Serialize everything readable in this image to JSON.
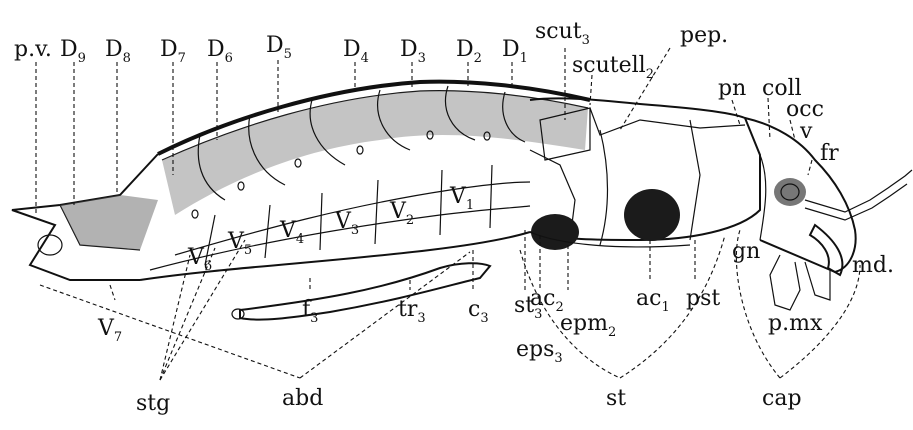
{
  "labels": {
    "pv": "p.v.",
    "d9": "D",
    "d9_sub": "9",
    "d8": "D",
    "d8_sub": "8",
    "d7": "D",
    "d7_sub": "7",
    "d6": "D",
    "d6_sub": "6",
    "d5": "D",
    "d5_sub": "5",
    "d4": "D",
    "d4_sub": "4",
    "d3": "D",
    "d3_sub": "3",
    "d2": "D",
    "d2_sub": "2",
    "d1": "D",
    "d1_sub": "1",
    "scut": "scut",
    "scut_sub": "3",
    "scutell": "scutell",
    "scutell_sub": "2",
    "pep": "pep.",
    "pn": "pn",
    "coll": "coll",
    "occ": "occ",
    "v": "v",
    "fr": "fr",
    "v1": "V",
    "v1_sub": "1",
    "v2": "V",
    "v2_sub": "2",
    "v3": "V",
    "v3_sub": "3",
    "v4": "V",
    "v4_sub": "4",
    "v5": "V",
    "v5_sub": "5",
    "v6": "V",
    "v6_sub": "6",
    "v7": "V",
    "v7_sub": "7",
    "gn": "gn",
    "md": "md.",
    "f3": "f",
    "f3_sub": "3",
    "tr3": "tr",
    "tr3_sub": "3",
    "c3": "c",
    "c3_sub": "3",
    "st3": "st",
    "st3_sub": "3",
    "ac2": "ac",
    "ac2_sub": "2",
    "ac1": "ac",
    "ac1_sub": "1",
    "epm": "epm",
    "epm_sub": "2",
    "pst": "pst",
    "eps": "eps",
    "eps_sub": "3",
    "pmx": "p.mx",
    "stg": "stg",
    "abd": "abd",
    "st": "st",
    "cap": "cap"
  }
}
